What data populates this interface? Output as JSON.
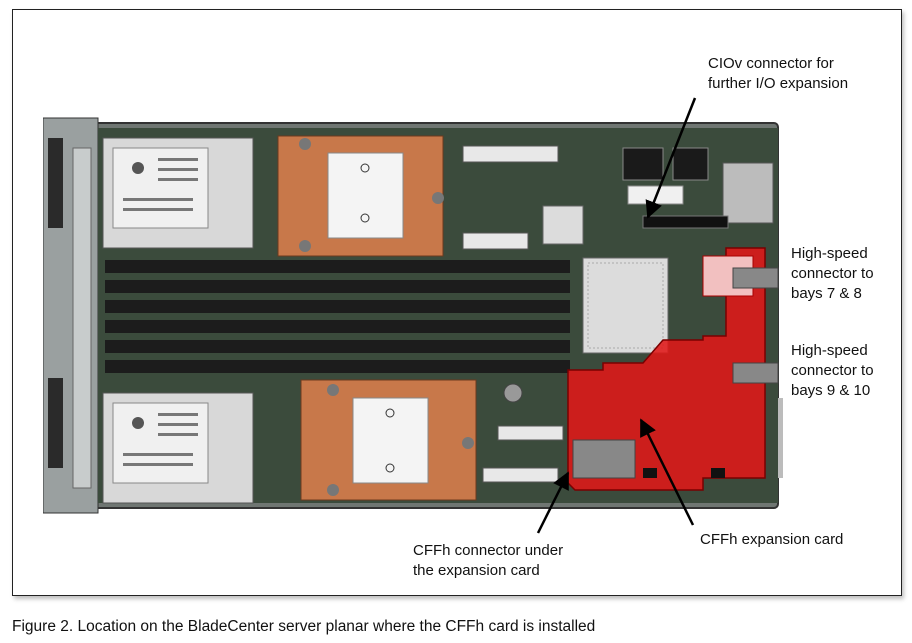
{
  "labels": {
    "ciov": {
      "line1": "CIOv connector for",
      "line2": "further I/O expansion"
    },
    "hs78": {
      "line1": "High-speed",
      "line2": "connector to",
      "line3": "bays 7 & 8"
    },
    "hs910": {
      "line1": "High-speed",
      "line2": "connector to",
      "line3": "bays 9 & 10"
    },
    "cffh_connector": {
      "line1": "CFFh connector under",
      "line2": "the expansion card"
    },
    "cffh_card": {
      "line1": "CFFh expansion card"
    }
  },
  "caption": "Figure 2. Location on the BladeCenter server planar where the CFFh card is installed",
  "colors": {
    "board": "#3a4a3a",
    "heatsink": "#c8784a",
    "expansion_card": "#e01818",
    "dimm": "#1c1c1c",
    "connector_box": "#888888"
  }
}
